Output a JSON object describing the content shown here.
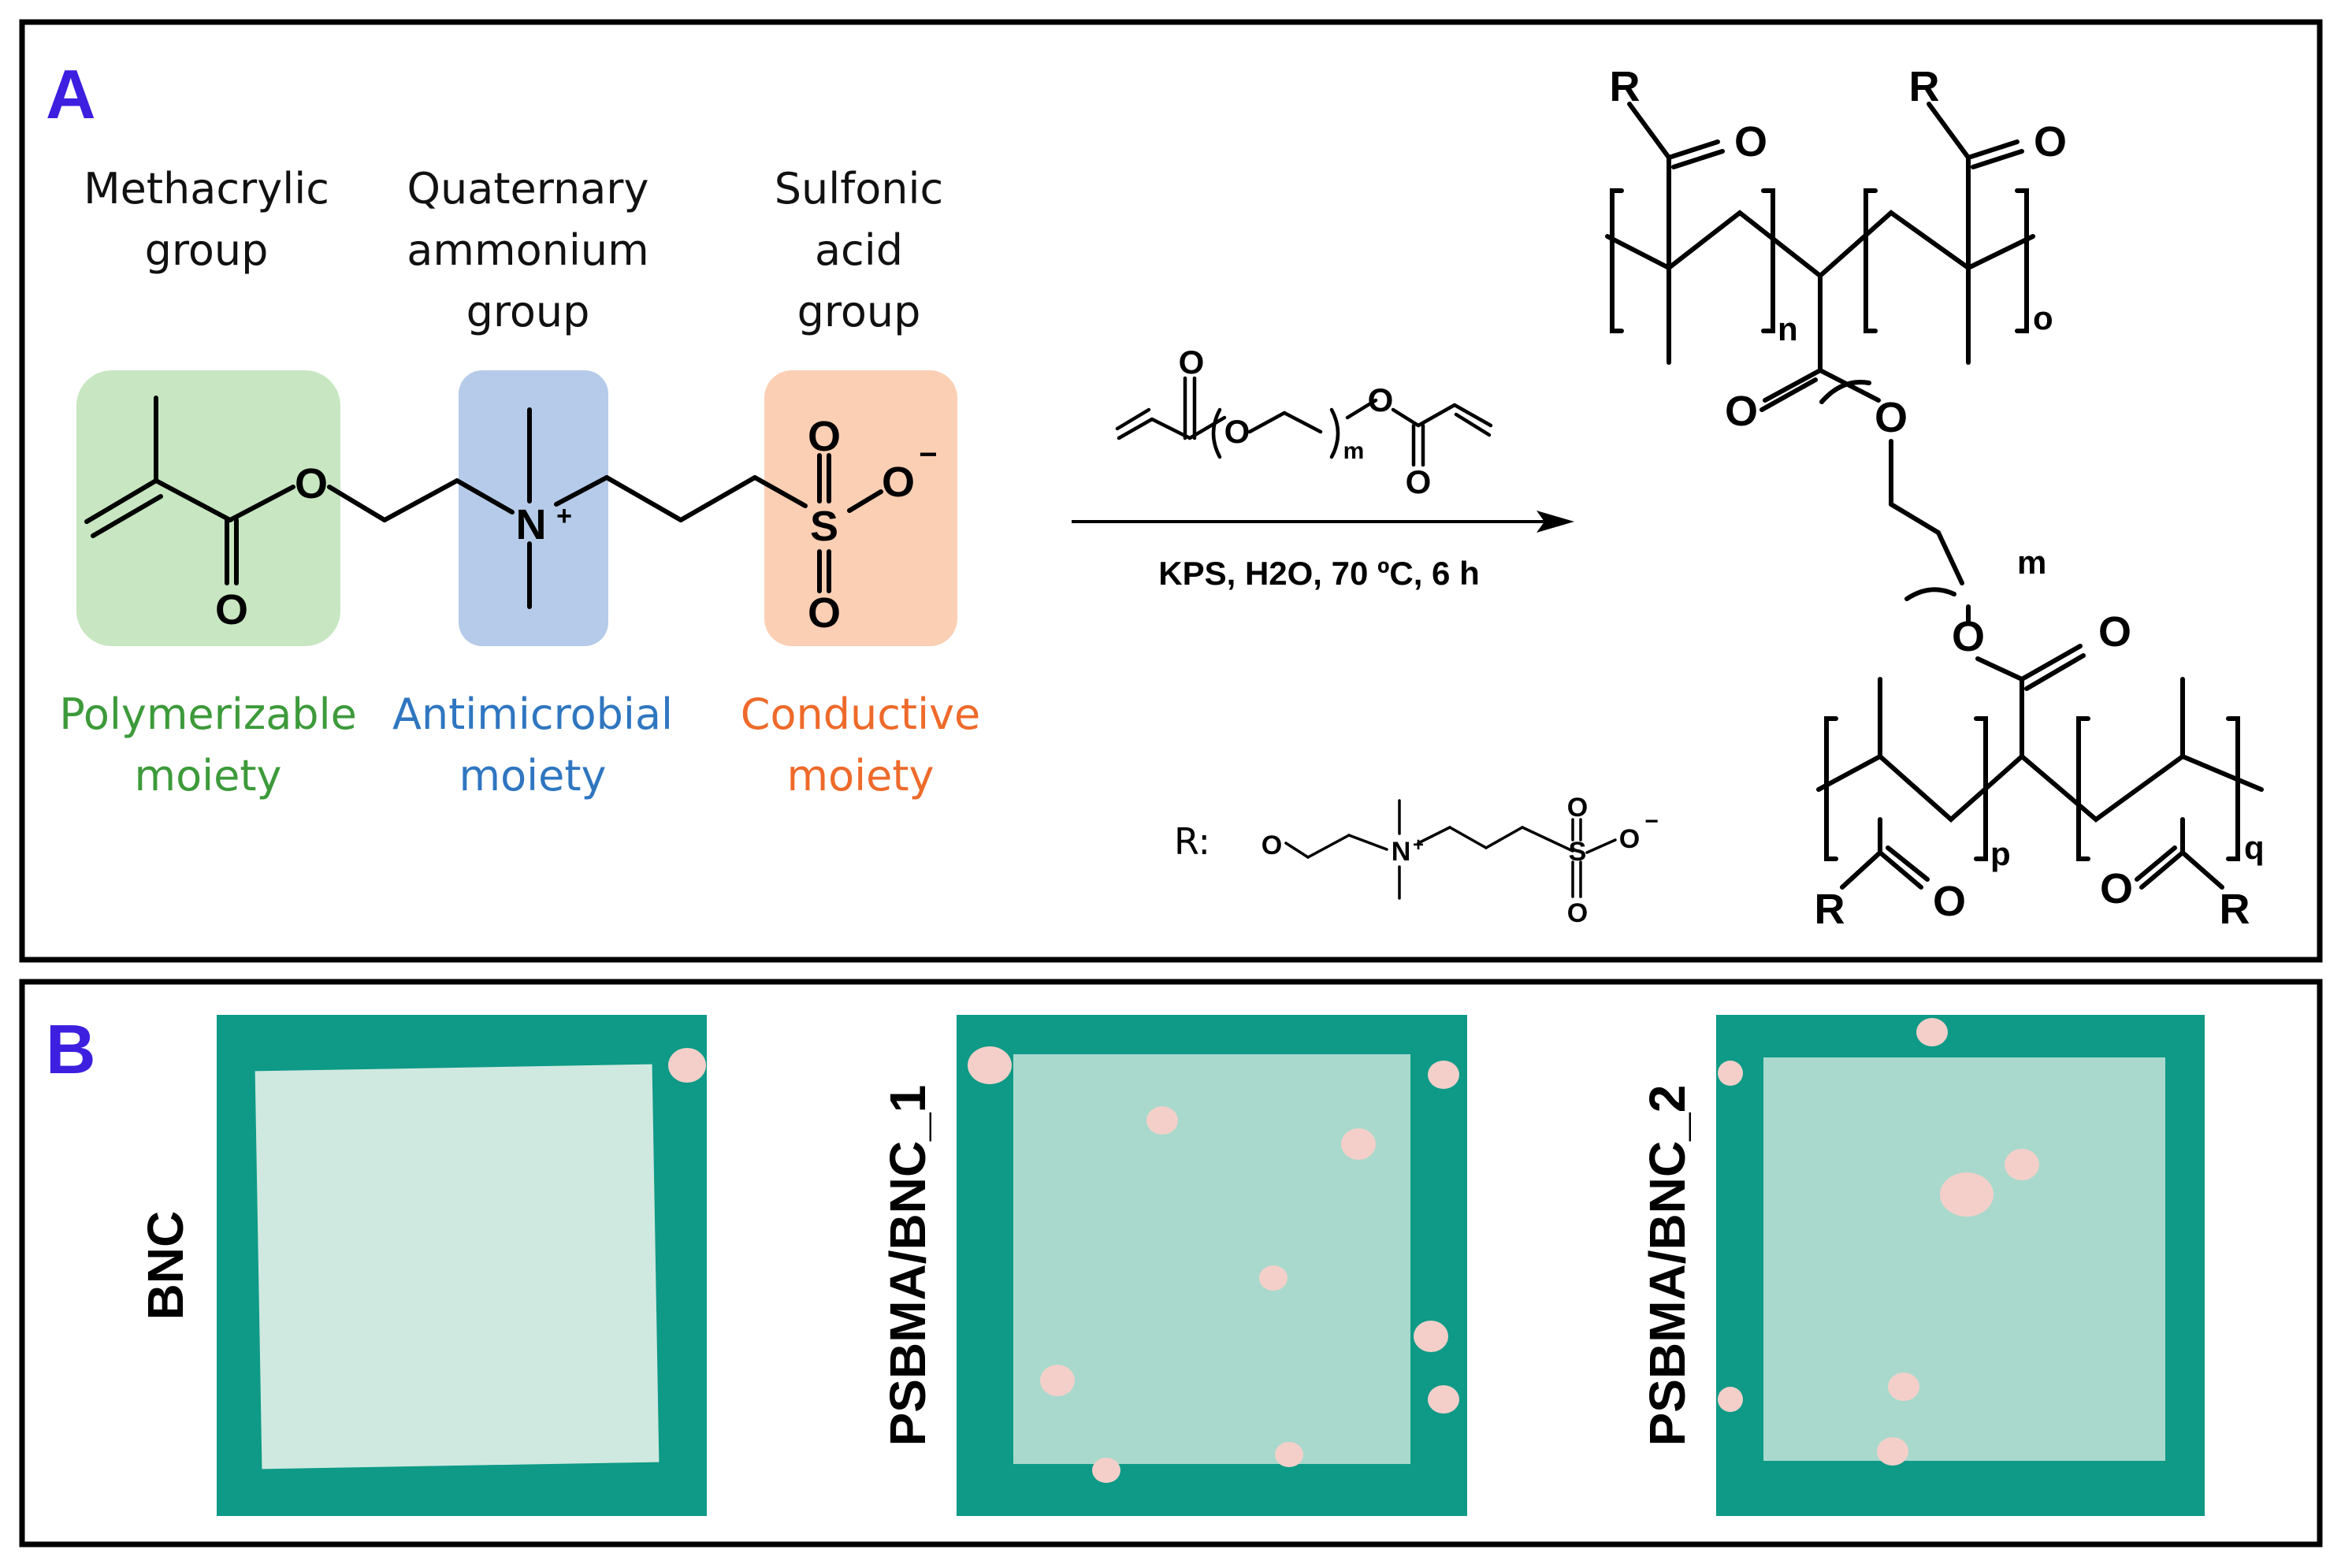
{
  "panel_a": {
    "letter": "A",
    "group_labels": {
      "methacrylic": [
        "Methacrylic",
        "group"
      ],
      "quaternary": [
        "Quaternary",
        "ammonium",
        "group"
      ],
      "sulfonic": [
        "Sulfonic",
        "acid",
        "group"
      ]
    },
    "moiety_labels": {
      "polymerizable": [
        "Polymerizable",
        "moiety"
      ],
      "antimicrobial": [
        "Antimicrobial",
        "moiety"
      ],
      "conductive": [
        "Conductive",
        "moiety"
      ]
    },
    "colors": {
      "polymerizable_bg": "#c7e6c1",
      "antimicrobial_bg": "#b6cbea",
      "conductive_bg": "#fbcfb4",
      "polymerizable_text": "#3d9a3a",
      "antimicrobial_text": "#2f76c0",
      "conductive_text": "#ee6a2a"
    },
    "atoms": {
      "O": "O",
      "N": "N",
      "S": "S",
      "plus": "+",
      "minus": "−",
      "R": "R"
    },
    "reaction": {
      "conditions": "KPS, H2O, 70 ºC, 6 h",
      "crosslinker_subscript": "m"
    },
    "r_definition_label": "R:",
    "product_subscripts": {
      "n": "n",
      "o": "o",
      "m": "m",
      "p": "p",
      "q": "q"
    }
  },
  "panel_b": {
    "letter": "B",
    "samples": [
      "BNC",
      "PSBMA/BNC_1",
      "PSBMA/BNC_2"
    ],
    "colors": {
      "background_green": "#0e9a87",
      "bnc_film": "#cfe9e0",
      "psbma_film": "#a9d9cd",
      "spot": "#f4cfc9"
    }
  }
}
